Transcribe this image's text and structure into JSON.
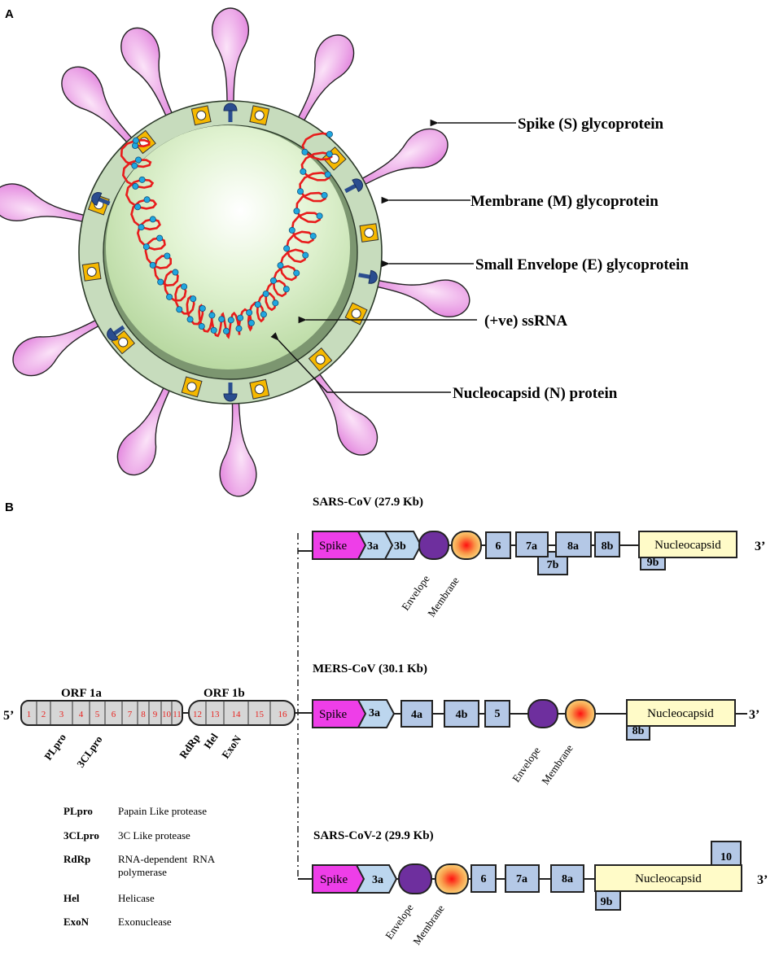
{
  "panels": {
    "a": {
      "label": "A"
    },
    "b": {
      "label": "B"
    }
  },
  "virion": {
    "callouts": [
      {
        "id": "spike",
        "text": "Spike (S) glycoprotein"
      },
      {
        "id": "membrane",
        "text": "Membrane (M) glycoprotein"
      },
      {
        "id": "envelope",
        "text": "Small Envelope (E) glycoprotein"
      },
      {
        "id": "rna",
        "text": "(+ve) ssRNA"
      },
      {
        "id": "nucleocapsid",
        "text": "Nucleocapsid (N) protein"
      }
    ],
    "colors": {
      "spike": "#e58ee0",
      "envelope_layer": "#c6dcbc",
      "core": "#d8efc6",
      "membrane_protein": "#f5b800",
      "e_protein": "#2a4d8f",
      "rna": "#e81c1c",
      "n_protein": "#1fa7e0"
    }
  },
  "orf1": {
    "five_prime": "5’",
    "orf1a": {
      "title": "ORF 1a",
      "nsps": [
        "1",
        "2",
        "3",
        "4",
        "5",
        "6",
        "7",
        "8",
        "9",
        "10",
        "11"
      ]
    },
    "orf1b": {
      "title": "ORF 1b",
      "nsps": [
        "12",
        "13",
        "14",
        "15",
        "16"
      ]
    },
    "enzyme_labels": [
      "PLpro",
      "3CLpro",
      "RdRp",
      "Hel",
      "ExoN"
    ]
  },
  "legend": [
    {
      "abbr": "PLpro",
      "desc": "Papain Like protease"
    },
    {
      "abbr": "3CLpro",
      "desc": "3C Like protease"
    },
    {
      "abbr": "RdRp",
      "desc": "RNA-dependent  RNA",
      "desc2": "polymerase"
    },
    {
      "abbr": "Hel",
      "desc": "Helicase"
    },
    {
      "abbr": "ExoN",
      "desc": "Exonuclease"
    }
  ],
  "genomes": [
    {
      "title": "SARS-CoV (27.9 Kb)",
      "three_prime": "3’",
      "genes": {
        "spike": "Spike",
        "a3": "3a",
        "b3": "3b",
        "envelope": "Envelope",
        "membrane": "Membrane",
        "g6": "6",
        "g7a": "7a",
        "g7b": "7b",
        "g8a": "8a",
        "g8b": "8b",
        "nucleocapsid": "Nucleocapsid",
        "g9b": "9b"
      }
    },
    {
      "title": "MERS-CoV (30.1 Kb)",
      "three_prime": "3’",
      "genes": {
        "spike": "Spike",
        "a3": "3a",
        "g4a": "4a",
        "g4b": "4b",
        "g5": "5",
        "envelope": "Envelope",
        "membrane": "Membrane",
        "nucleocapsid": "Nucleocapsid",
        "g8b": "8b"
      }
    },
    {
      "title": "SARS-CoV-2 (29.9 Kb)",
      "three_prime": "3’",
      "genes": {
        "spike": "Spike",
        "a3": "3a",
        "envelope": "Envelope",
        "membrane": "Membrane",
        "g6": "6",
        "g7a": "7a",
        "g8a": "8a",
        "nucleocapsid": "Nucleocapsid",
        "g9b": "9b",
        "g10": "10"
      }
    }
  ],
  "gene_colors": {
    "spike": "#ee3ee8",
    "accessory_arrow": "#bcd6ee",
    "accessory_box": "#b4c8e6",
    "envelope": "#6e2f9e",
    "membrane_center": "#ff1a1a",
    "membrane_edge": "#f9d77a",
    "nucleocapsid": "#fffbc8"
  }
}
